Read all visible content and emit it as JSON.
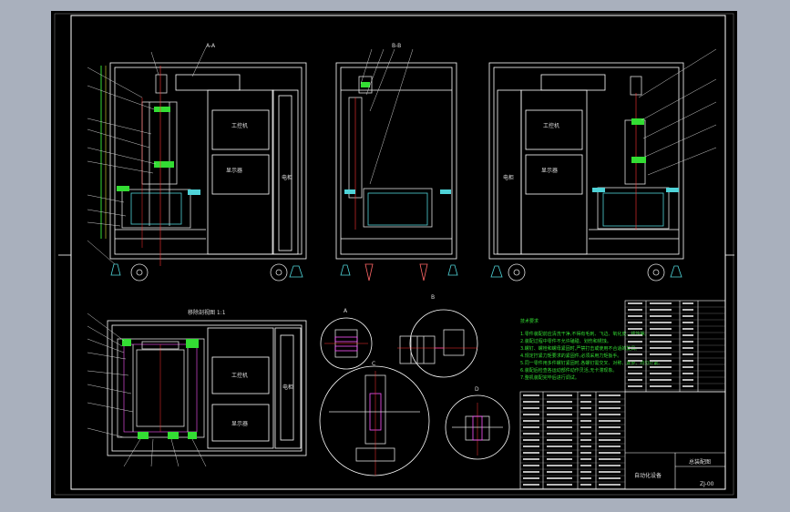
{
  "labels": {
    "front_section": "A-A",
    "side_section": "B-B",
    "top_title": "移除剖视图 1:1",
    "detail_a": "A",
    "detail_b": "B",
    "detail_c": "C",
    "detail_d": "D",
    "panel_top_front": "工控机",
    "panel_mid_front": "显示器",
    "panel_top_rear": "工控机",
    "panel_mid_rear": "显示器",
    "side_rear": "电柜",
    "side_front": "电柜",
    "top_panel_upper": "工控机",
    "top_panel_lower": "显示器",
    "top_side": "电柜",
    "notes_title": "技术要求",
    "drawing_no": "ZJ-00",
    "title_name": "总装配图",
    "company": "自动化设备"
  },
  "notes": [
    "1.零件装配前应清洗干净,不得有毛刺、飞边、氧化皮、锈蚀等。",
    "2.装配过程中零件不允许磕碰、划伤和锈蚀。",
    "3.螺钉、螺栓和螺母紧固时,严禁打击或使用不合适的旋具。",
    "4.规定拧紧力矩要求的紧固件,必须采用力矩扳手。",
    "5.同一零件用多件螺钉紧固时,各螺钉需交叉、对称、逐步、均匀拧紧。",
    "6.装配后检查各运动部件动作灵活,无卡滞现象。",
    "7.整机装配完毕后进行调试。"
  ]
}
